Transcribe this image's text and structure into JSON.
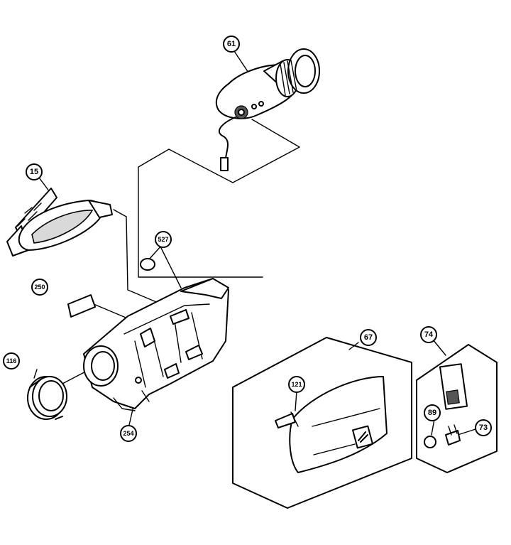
{
  "callouts": {
    "c61": "61",
    "c15": "15",
    "c527": "527",
    "c250": "250",
    "c116": "116",
    "c254": "254",
    "c67": "67",
    "c121": "121",
    "c74": "74",
    "c89": "89",
    "c73": "73"
  }
}
